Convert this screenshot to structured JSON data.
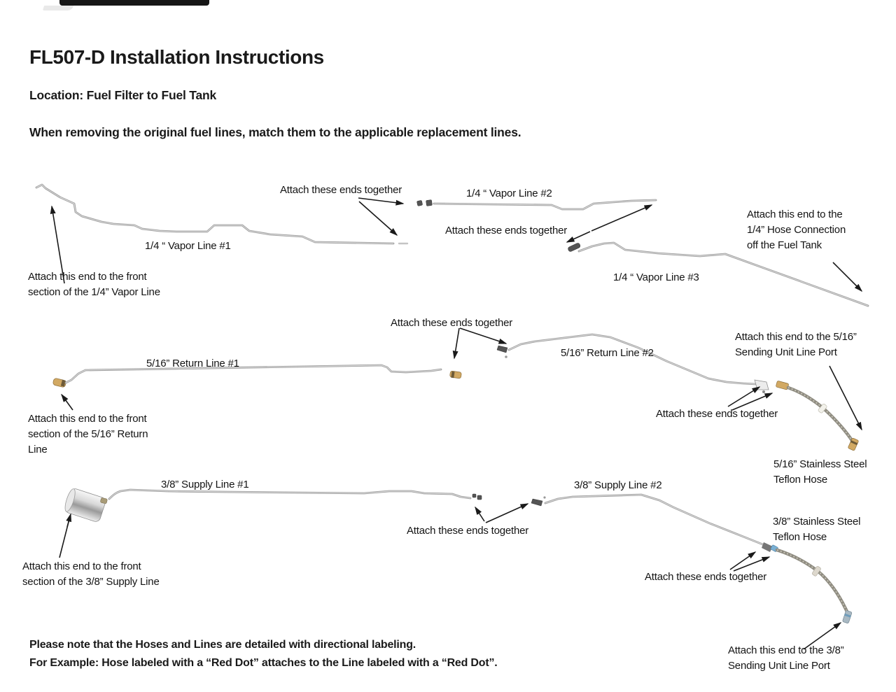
{
  "header": {
    "title": "FL507-D Installation Instructions",
    "location": "Location: Fuel Filter to Fuel Tank",
    "instruction": "When removing the original fuel lines, match them to the applicable replacement lines."
  },
  "footer": {
    "note1": "Please note that the Hoses and Lines are detailed with directional labeling.",
    "note2": "For Example: Hose labeled with a “Red Dot” attaches to the Line labeled with a “Red Dot”."
  },
  "diagram": {
    "attach_together": "Attach these ends together",
    "vapor_line_1": "1/4 “ Vapor Line #1",
    "vapor_line_2": "1/4 “ Vapor Line #2",
    "vapor_line_3": "1/4 “ Vapor Line #3",
    "return_line_1": "5/16” Return Line #1",
    "return_line_2": "5/16” Return Line #2",
    "supply_line_1": "3/8” Supply Line #1",
    "supply_line_2": "3/8” Supply Line #2",
    "attach_front_vapor": {
      "l1": "Attach this end  to the front",
      "l2": "section of the 1/4” Vapor Line"
    },
    "attach_tank": {
      "l1": "Attach this end to the",
      "l2": "1/4” Hose Connection",
      "l3": "off the Fuel Tank"
    },
    "attach_front_return": {
      "l1": "Attach this end to the front",
      "l2": "section of the 5/16” Return",
      "l3": "Line"
    },
    "attach_sending_516": {
      "l1": "Attach this end to the 5/16”",
      "l2": "Sending Unit Line Port"
    },
    "hose_516": {
      "l1": "5/16” Stainless Steel",
      "l2": "Teflon Hose"
    },
    "attach_front_supply": {
      "l1": "Attach this end to the front",
      "l2": "section of the 3/8” Supply Line"
    },
    "hose_38": {
      "l1": "3/8” Stainless Steel",
      "l2": "Teflon Hose"
    },
    "attach_sending_38": {
      "l1": "Attach this end to the 3/8”",
      "l2": "Sending Unit Line Port"
    }
  },
  "colors": {
    "steel_line": "#9b9b9b",
    "braided_hose": "#8f8c81",
    "brass_fitting": "#d2a963",
    "blue_fitting": "#7ab0d4",
    "arrow": "#1a1a1a",
    "text": "#1a1a1a",
    "top_bar": "#161616"
  }
}
